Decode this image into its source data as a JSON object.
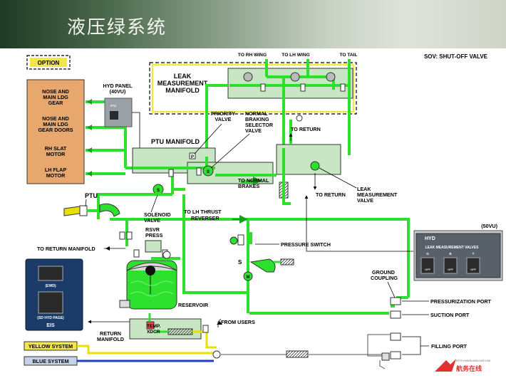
{
  "header": {
    "title": "液压绿系统"
  },
  "legend": {
    "option": "OPTION",
    "sov": "SOV: SHUT-OFF VALVE"
  },
  "consumers": [
    {
      "line1": "NOSE AND",
      "line2": "MAIN LDG",
      "line3": "GEAR"
    },
    {
      "line1": "NOSE AND",
      "line2": "MAIN LDG",
      "line3": "GEAR DOORS"
    },
    {
      "line1": "RH SLAT",
      "line2": "MOTOR",
      "line3": ""
    },
    {
      "line1": "LH FLAP",
      "line2": "MOTOR",
      "line3": ""
    }
  ],
  "hyd_panel": {
    "line1": "HYD PANEL",
    "line2": "(40VU)",
    "face": "PTU"
  },
  "leak_manifold": {
    "line1": "LEAK",
    "line2": "MEASUREMENT",
    "line3": "MANIFOLD"
  },
  "wings": {
    "rh": "TO RH WING",
    "lh": "TO LH WING",
    "tail": "TO TAIL"
  },
  "labels": {
    "ptu_manifold": "PTU MANIFOLD",
    "priority_line1": "PRIORITY",
    "priority_line2": "VALVE",
    "normal_line1": "NORMAL",
    "normal_line2": "BRAKING",
    "normal_line3": "SELECTOR",
    "normal_line4": "VALVE",
    "to_return_top": "TO RETURN",
    "to_return_mid": "TO RETURN",
    "lmv_line1": "LEAK",
    "lmv_line2": "MEASUREMENT",
    "lmv_line3": "VALVE",
    "to_normal_line1": "TO NORMAL",
    "to_normal_line2": "BRAKES",
    "ptu": "PTU",
    "solenoid_line1": "SOLENOID",
    "solenoid_line2": "VALVE",
    "lh_thrust_line1": "TO LH THRUST",
    "lh_thrust_line2": "REVERSER",
    "return_manifold_left": "TO RETURN MANIFOLD",
    "rsvr_line1": "RSVR",
    "rsvr_line2": "PRESS",
    "pressure_switch": "PRESSURE SWITCH",
    "reservoir": "RESERVOIR",
    "ground_line1": "GROUND",
    "ground_line2": "COUPLING",
    "pressurization_port": "PRESSURIZATION PORT",
    "suction_port": "SUCTION PORT",
    "return_manifold_line1": "RETURN",
    "return_manifold_line2": "MANIFOLD",
    "temp_line1": "TEMP.",
    "temp_line2": "XDCR",
    "from_users": "FROM USERS",
    "filling_port": "FILLING PORT",
    "yellow_system": "YELLOW SYSTEM",
    "blue_system": "BLUE SYSTEM"
  },
  "eis": {
    "ewd": "(EWD)",
    "sd": "(SD HYD PAGE)",
    "label": "EIS"
  },
  "hyd_control": {
    "panel_id": "(50VU)",
    "title": "HYD",
    "subtitle": "LEAK MEASUREMENT VALVES",
    "buttons": [
      "G",
      "B",
      "Y"
    ],
    "off": "OFF"
  },
  "watermark": {
    "url": "HTTP://WWW.AIRACAR.COM",
    "brand": "航务在线"
  },
  "colors": {
    "green_line": "#2ee02e",
    "manifold_fill": "#c9e6c4",
    "consumer_fill": "#e8a76c",
    "yellow_line": "#e8e000",
    "blue_line": "#1f3fbf",
    "eis_fill": "#1b3b68"
  }
}
